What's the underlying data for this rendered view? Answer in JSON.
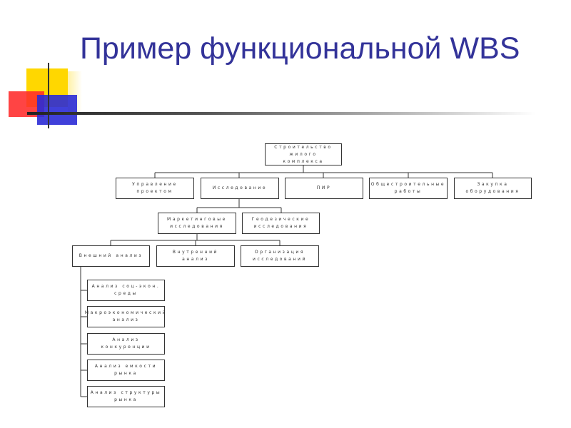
{
  "slide": {
    "title": "Пример функциональной WBS"
  },
  "wbs": {
    "root": "Строительство жилого комплекса",
    "level1": [
      "Управление проектом",
      "Исследование",
      "ПИР",
      "Общестроительные работы",
      "Закупка оборудования"
    ],
    "level2": [
      "Маркетинговые исследования",
      "Геодезические исследования"
    ],
    "level3": [
      "Внешний анализ",
      "Внутренний анализ",
      "Организация исследований"
    ],
    "level4": [
      "Анализ соц-экон. среды",
      "Макроэкономический анализ",
      "Анализ конкуренции",
      "Анализ емкости рынка",
      "Анализ структуры рынка"
    ]
  },
  "colors": {
    "title": "#333399",
    "accent_yellow": "#ffd700",
    "accent_red": "#ff2a2a",
    "accent_blue": "#2b2bd6"
  }
}
